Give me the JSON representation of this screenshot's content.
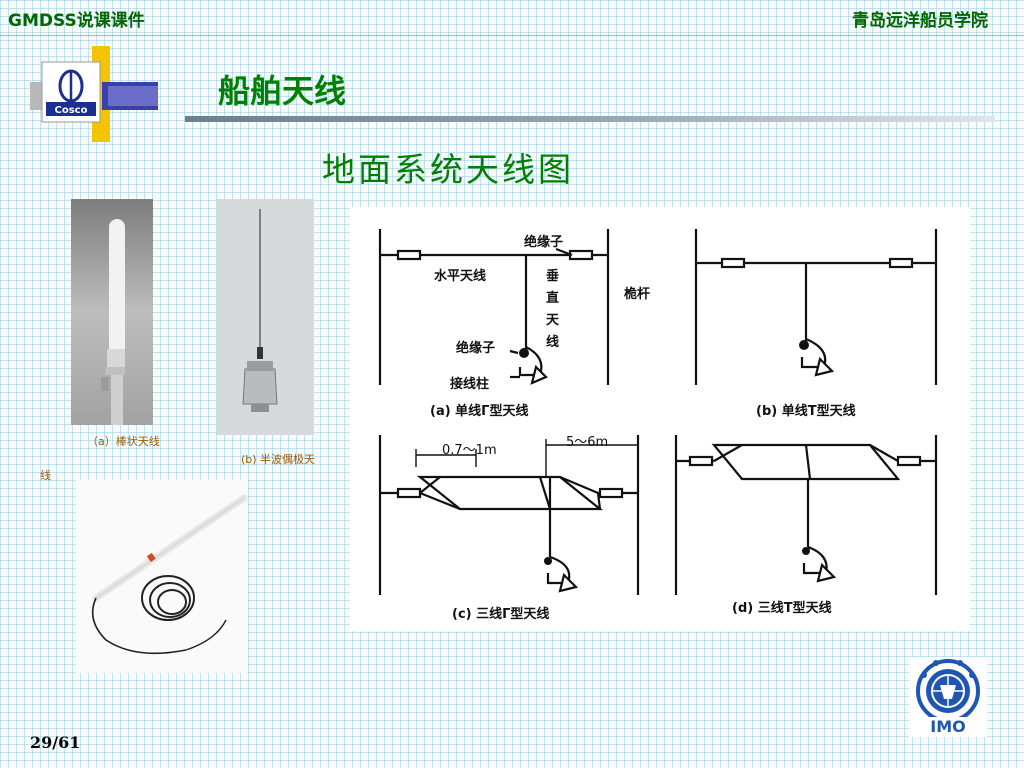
{
  "header": {
    "left": "GMDSS说课课件",
    "right": "青岛远洋船员学院"
  },
  "logo": {
    "text": "Cosco"
  },
  "title": "船舶天线",
  "subtitle": "地面系统天线图",
  "photos": {
    "a": {
      "caption": "（a）棒状天线"
    },
    "b": {
      "caption": "(b)  半波偶极天",
      "caption_wrap": "线"
    }
  },
  "diagram": {
    "labels": {
      "insulator_top": "绝缘子",
      "horizontal": "水平天线",
      "vertical_1": "垂",
      "vertical_2": "直",
      "vertical_3": "天",
      "vertical_4": "线",
      "mast": "桅杆",
      "insulator_mid": "绝缘子",
      "terminal": "接线柱",
      "dim_1": "0.7～1m",
      "dim_2": "5～6m"
    },
    "panels": [
      {
        "caption": "(a)    单线Γ型天线"
      },
      {
        "caption": "(b)    单线T型天线"
      },
      {
        "caption": "(c)    三线Γ型天线"
      },
      {
        "caption": "(d)    三线T型天线"
      }
    ]
  },
  "footer": {
    "page": "29/61",
    "imo_text": "IMO"
  },
  "colors": {
    "green": "#008000",
    "caption": "#9a5a00",
    "imo_blue": "#1f55b5"
  }
}
